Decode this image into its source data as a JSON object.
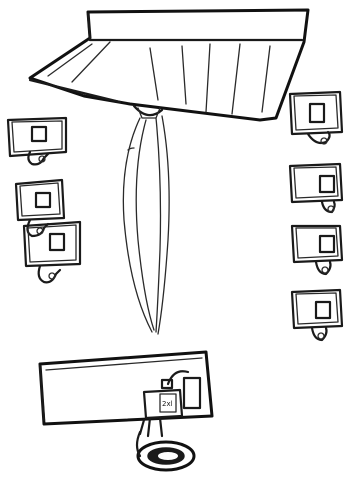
{
  "sketch": {
    "desk_label": "2xl",
    "colors": {
      "ink": "#1a1a1a",
      "paper": "#ffffff"
    },
    "monitors_left_count": 3,
    "monitors_right_count": 4
  }
}
